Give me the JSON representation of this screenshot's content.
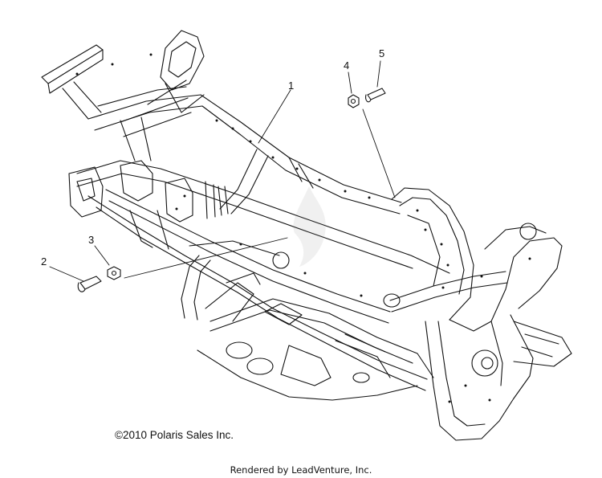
{
  "callouts": [
    {
      "id": "1",
      "label": "1"
    },
    {
      "id": "2",
      "label": "2"
    },
    {
      "id": "3",
      "label": "3"
    },
    {
      "id": "4",
      "label": "4"
    },
    {
      "id": "5",
      "label": "5"
    }
  ],
  "copyright": "©2010 Polaris Sales Inc.",
  "rendered_by": "Rendered by LeadVenture, Inc.",
  "parts": [
    {
      "callout": "1",
      "name": "main-frame"
    },
    {
      "callout": "2",
      "name": "bolt"
    },
    {
      "callout": "3",
      "name": "nut"
    },
    {
      "callout": "4",
      "name": "nut"
    },
    {
      "callout": "5",
      "name": "bolt"
    }
  ],
  "colors": {
    "line": "#111111",
    "background": "#ffffff"
  }
}
